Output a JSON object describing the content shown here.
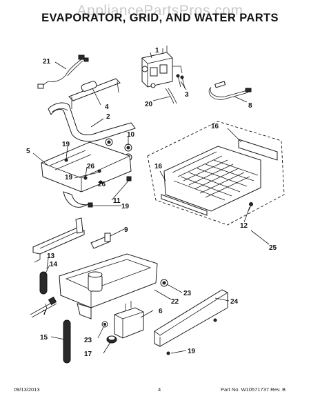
{
  "watermark": "AppliancePartsPros.com",
  "title": "EVAPORATOR, GRID, AND WATER PARTS",
  "callouts": {
    "c21": "21",
    "c1": "1",
    "c3": "3",
    "c20": "20",
    "c8": "8",
    "c4": "4",
    "c2": "2",
    "c10": "10",
    "c16a": "16",
    "c16b": "16",
    "c5": "5",
    "c19a": "19",
    "c26a": "26",
    "c19b": "19",
    "c26b": "26",
    "c11": "11",
    "c19c": "19",
    "c12": "12",
    "c25": "25",
    "c9": "9",
    "c13": "13",
    "c14": "14",
    "c23a": "23",
    "c22": "22",
    "c24": "24",
    "c6": "6",
    "c7": "7",
    "c15": "15",
    "c23b": "23",
    "c17": "17",
    "c19d": "19"
  },
  "footer": {
    "date": "09/13/2013",
    "page": "4",
    "part": "Part No. W10571737  Rev. B"
  }
}
